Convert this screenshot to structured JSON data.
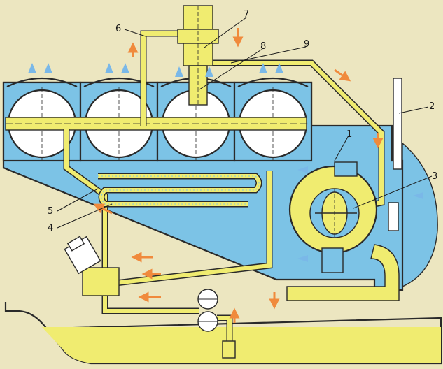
{
  "callouts": [
    {
      "id": "6",
      "text": "6"
    },
    {
      "id": "7",
      "text": "7"
    },
    {
      "id": "8",
      "text": "8"
    },
    {
      "id": "9",
      "text": "9"
    },
    {
      "id": "1",
      "text": "1"
    },
    {
      "id": "2",
      "text": "2"
    },
    {
      "id": "3",
      "text": "3"
    },
    {
      "id": "5",
      "text": "5"
    },
    {
      "id": "4",
      "text": "4"
    }
  ],
  "colors": {
    "background": "#ece6c0",
    "coolant": "#7cc3e6",
    "oil": "#f0ec70",
    "flow_arrow_hot": "#f08a3c",
    "flow_arrow_cool": "#7ab8e8",
    "outline": "#2a2a2a"
  }
}
